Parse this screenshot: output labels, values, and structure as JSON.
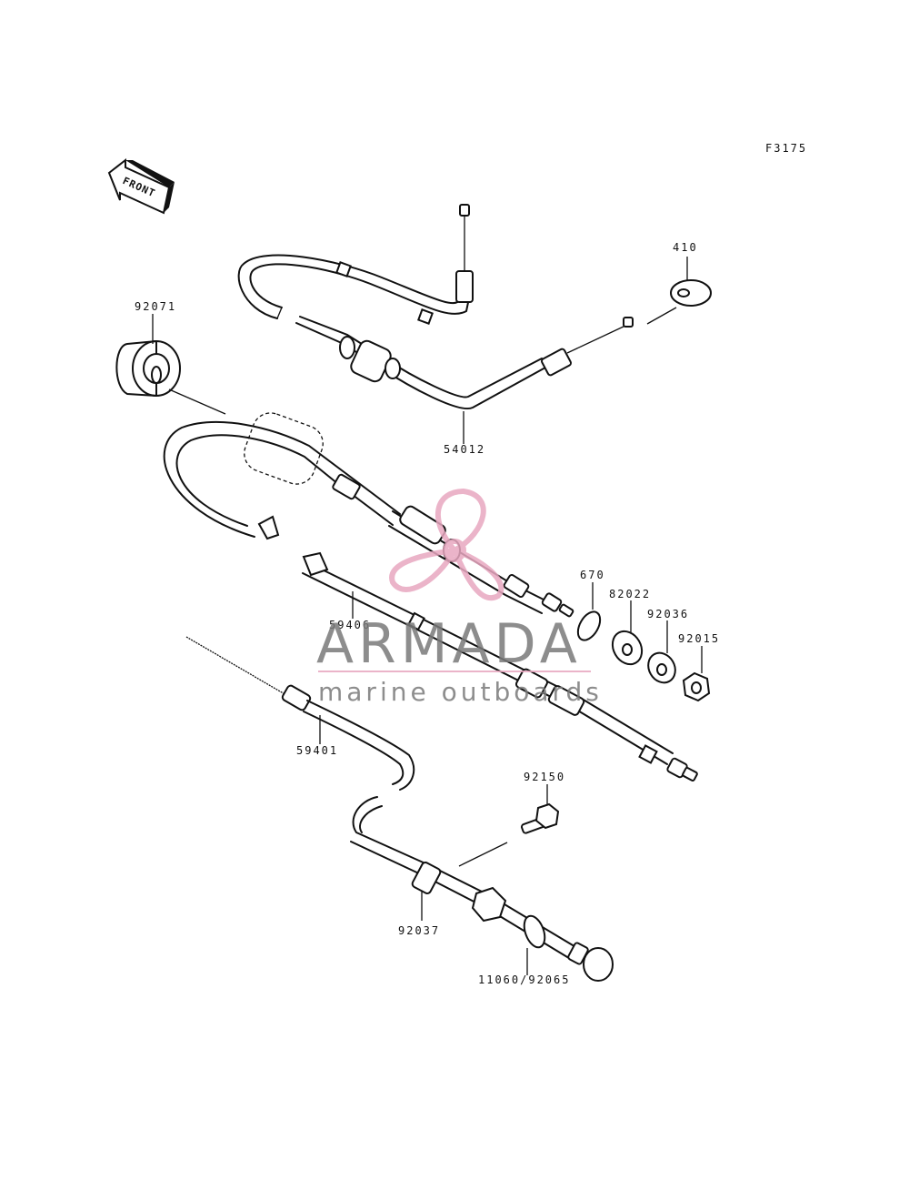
{
  "figure_code": "F3175",
  "front_label": "FRONT",
  "callouts": [
    {
      "id": "410",
      "text": "410"
    },
    {
      "id": "92071",
      "text": "92071"
    },
    {
      "id": "54012",
      "text": "54012"
    },
    {
      "id": "670",
      "text": "670"
    },
    {
      "id": "82022",
      "text": "82022"
    },
    {
      "id": "92036",
      "text": "92036"
    },
    {
      "id": "92015",
      "text": "92015"
    },
    {
      "id": "59406",
      "text": "59406"
    },
    {
      "id": "59401",
      "text": "59401"
    },
    {
      "id": "92150",
      "text": "92150"
    },
    {
      "id": "92037",
      "text": "92037"
    },
    {
      "id": "11060_92065",
      "text": "11060/92065"
    }
  ],
  "watermark": {
    "title": "ARMADA",
    "subtitle": "marine outboards",
    "logo_color": "#e8a8c0"
  }
}
